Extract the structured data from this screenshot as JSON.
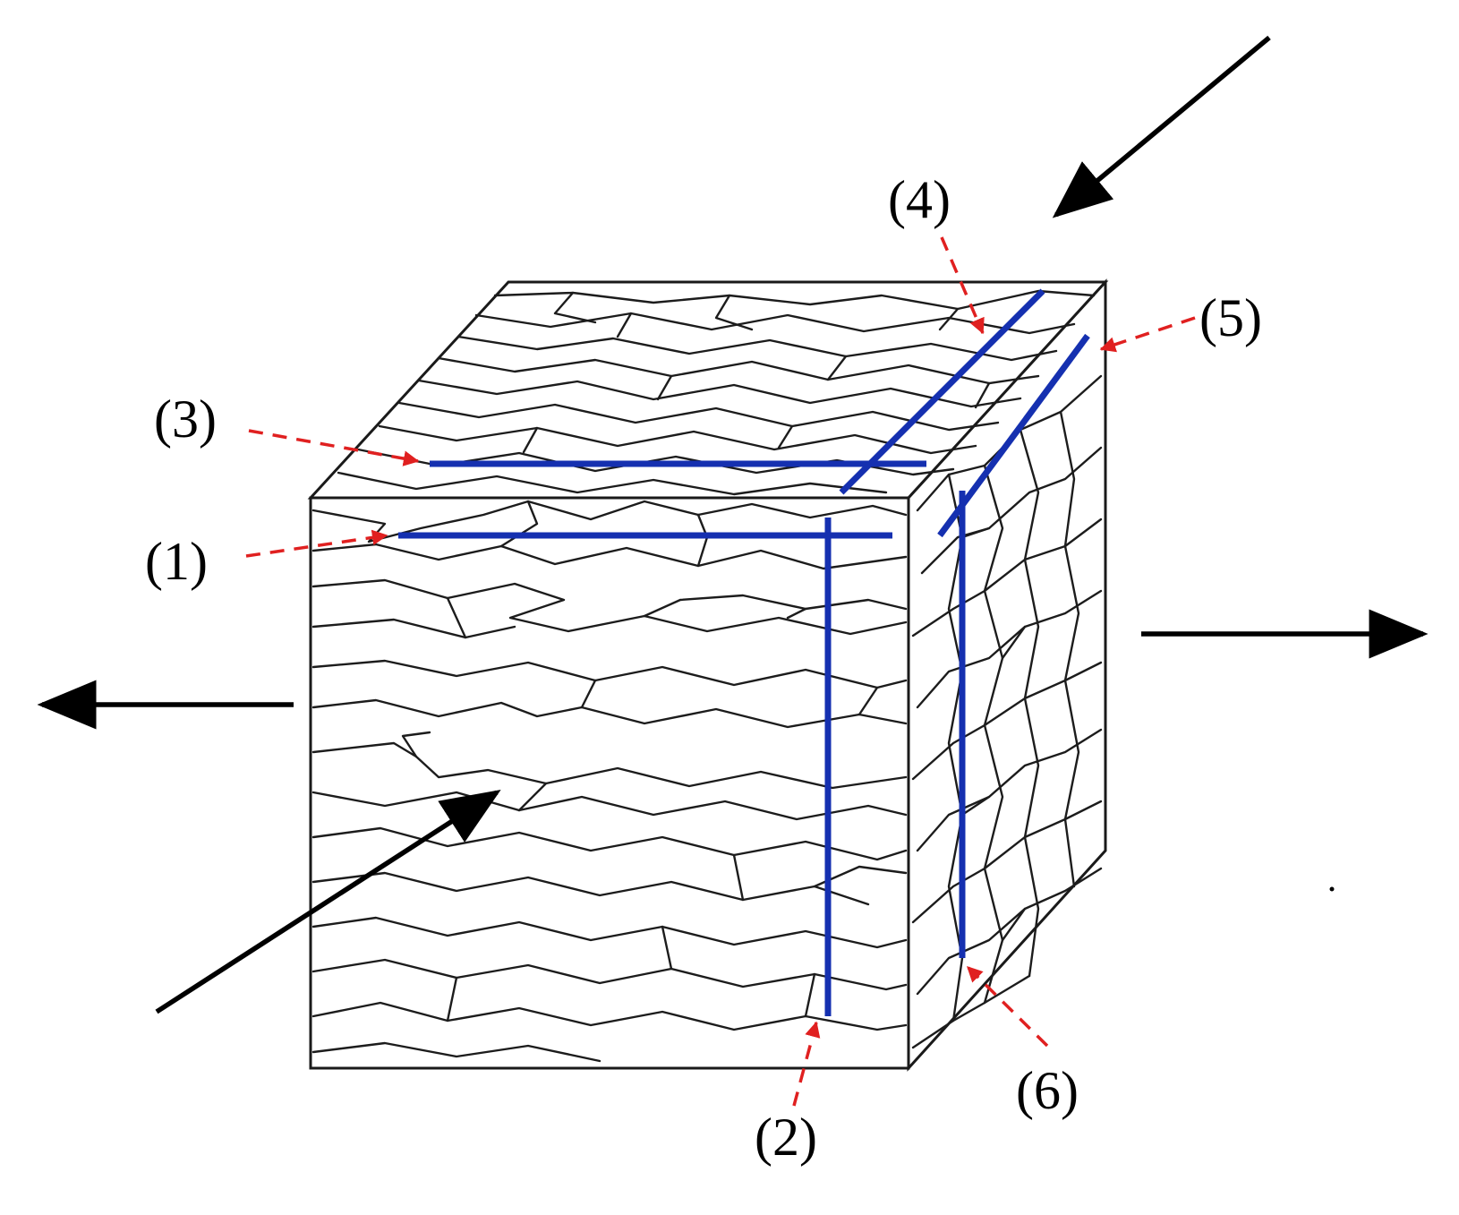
{
  "labels": {
    "l1": "(1)",
    "l2": "(2)",
    "l3": "(3)",
    "l4": "(4)",
    "l5": "(5)",
    "l6": "(6)"
  },
  "colors": {
    "grain_boundary": "#1c1c1c",
    "measurement_line": "#1530b0",
    "leader": "#e02020",
    "arrow": "#000000"
  }
}
